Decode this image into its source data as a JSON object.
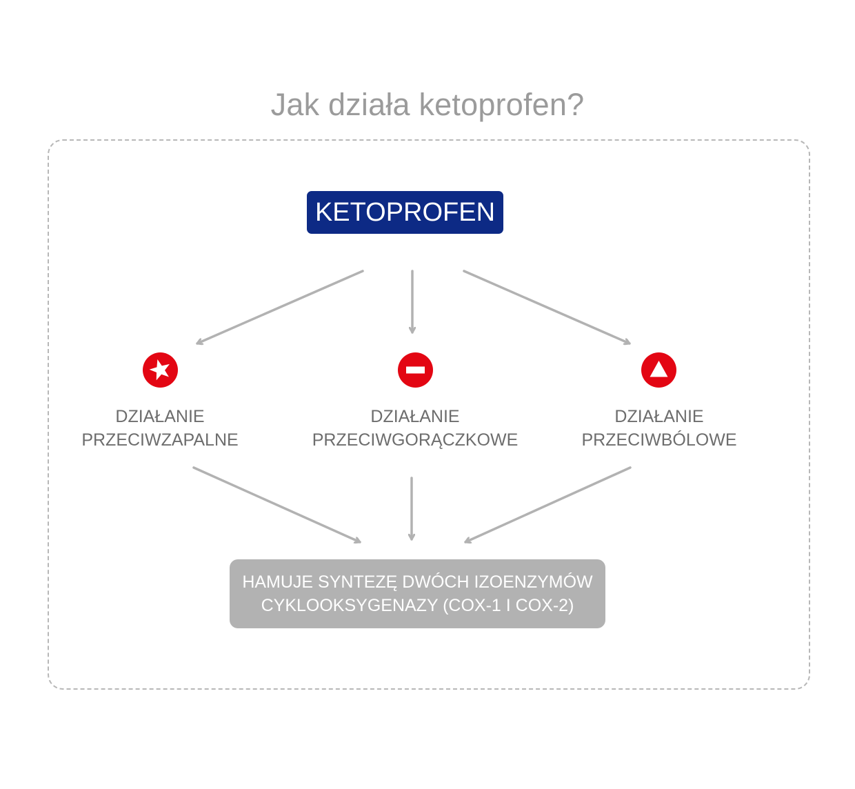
{
  "title": "Jak działa ketoprofen?",
  "drug": {
    "label": "KETOPROFEN",
    "color": "#0d2a85"
  },
  "effects": [
    {
      "line1": "DZIAŁANIE",
      "line2": "PRZECIWZAPALNE",
      "icon": "star-icon"
    },
    {
      "line1": "DZIAŁANIE",
      "line2": "PRZECIWGORĄCZKOWE",
      "icon": "minus-icon"
    },
    {
      "line1": "DZIAŁANIE",
      "line2": "PRZECIWBÓLOWE",
      "icon": "triangle-icon"
    }
  ],
  "result": {
    "line1": "HAMUJE SYNTEZĘ DWÓCH IZOENZYMÓW",
    "line2": "CYKLOOKSYGENAZY (COX-1 I COX-2)"
  },
  "colors": {
    "accent_red": "#e30613",
    "arrow_gray": "#b2b2b2",
    "title_gray": "#9b9b9b",
    "label_gray": "#6d6d6d"
  }
}
